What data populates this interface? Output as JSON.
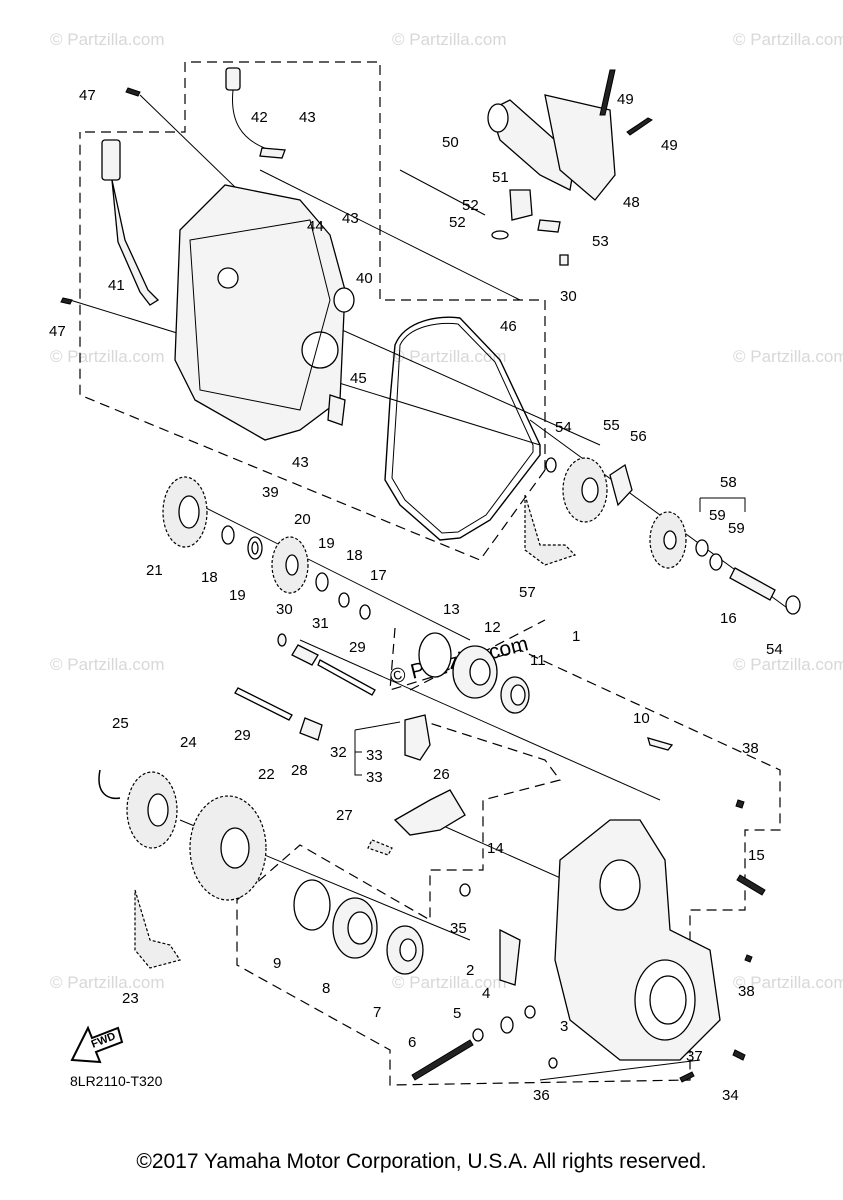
{
  "watermark": {
    "text": "© Partzilla.com",
    "center_text": "© Partzilla.com"
  },
  "diagram_code": "8LR2110-T320",
  "fwd_label": "FWD",
  "copyright": "©2017 Yamaha Motor Corporation, U.S.A. All rights reserved.",
  "callouts": {
    "p1": "1",
    "p2": "2",
    "p3": "3",
    "p4": "4",
    "p5": "5",
    "p6": "6",
    "p7": "7",
    "p8": "8",
    "p9": "9",
    "p10": "10",
    "p11": "11",
    "p12": "12",
    "p13": "13",
    "p14": "14",
    "p15": "15",
    "p16": "16",
    "p17": "17",
    "p18a": "18",
    "p18b": "18",
    "p19a": "19",
    "p19b": "19",
    "p20": "20",
    "p21": "21",
    "p22": "22",
    "p23": "23",
    "p24": "24",
    "p25": "25",
    "p26": "26",
    "p27": "27",
    "p28": "28",
    "p29a": "29",
    "p29b": "29",
    "p30a": "30",
    "p30b": "30",
    "p31": "31",
    "p32": "32",
    "p33a": "33",
    "p33b": "33",
    "p34": "34",
    "p35": "35",
    "p36": "36",
    "p37": "37",
    "p38a": "38",
    "p38b": "38",
    "p39": "39",
    "p40": "40",
    "p41": "41",
    "p42": "42",
    "p43a": "43",
    "p43b": "43",
    "p43c": "43",
    "p44": "44",
    "p45": "45",
    "p46": "46",
    "p47a": "47",
    "p47b": "47",
    "p48": "48",
    "p49a": "49",
    "p49b": "49",
    "p50": "50",
    "p51": "51",
    "p52a": "52",
    "p52b": "52",
    "p53": "53",
    "p54a": "54",
    "p54b": "54",
    "p55": "55",
    "p56": "56",
    "p57": "57",
    "p58": "58",
    "p59a": "59",
    "p59b": "59"
  }
}
